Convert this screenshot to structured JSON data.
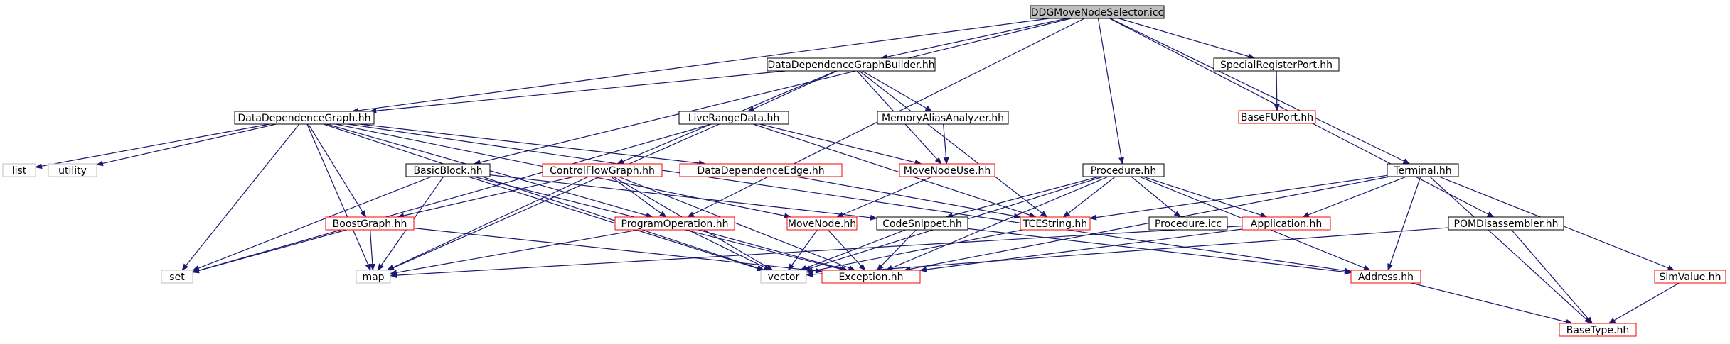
{
  "colors": {
    "edge": "#191970",
    "box_black": "#000000",
    "box_red": "#ff0000",
    "box_gray": "#bfbfbf",
    "root_fill": "#bfbfbf",
    "text": "#000000"
  },
  "nodes": [
    {
      "id": "root",
      "label": "DDGMoveNodeSelector.icc",
      "style": "root"
    },
    {
      "id": "ddgb",
      "label": "DataDependenceGraphBuilder.hh",
      "style": "black"
    },
    {
      "id": "srp",
      "label": "SpecialRegisterPort.hh",
      "style": "black"
    },
    {
      "id": "bfup",
      "label": "BaseFUPort.hh",
      "style": "red"
    },
    {
      "id": "ddg",
      "label": "DataDependenceGraph.hh",
      "style": "black"
    },
    {
      "id": "lrd",
      "label": "LiveRangeData.hh",
      "style": "black"
    },
    {
      "id": "maa",
      "label": "MemoryAliasAnalyzer.hh",
      "style": "black"
    },
    {
      "id": "list",
      "label": "list",
      "style": "gray"
    },
    {
      "id": "utility",
      "label": "utility",
      "style": "gray"
    },
    {
      "id": "bb",
      "label": "BasicBlock.hh",
      "style": "black"
    },
    {
      "id": "cfg",
      "label": "ControlFlowGraph.hh",
      "style": "red"
    },
    {
      "id": "dde",
      "label": "DataDependenceEdge.hh",
      "style": "red"
    },
    {
      "id": "mnu",
      "label": "MoveNodeUse.hh",
      "style": "red"
    },
    {
      "id": "proc",
      "label": "Procedure.hh",
      "style": "black"
    },
    {
      "id": "term",
      "label": "Terminal.hh",
      "style": "black"
    },
    {
      "id": "bg",
      "label": "BoostGraph.hh",
      "style": "red"
    },
    {
      "id": "po",
      "label": "ProgramOperation.hh",
      "style": "red"
    },
    {
      "id": "mn",
      "label": "MoveNode.hh",
      "style": "red"
    },
    {
      "id": "cs",
      "label": "CodeSnippet.hh",
      "style": "black"
    },
    {
      "id": "tces",
      "label": "TCEString.hh",
      "style": "red"
    },
    {
      "id": "picc",
      "label": "Procedure.icc",
      "style": "black"
    },
    {
      "id": "app",
      "label": "Application.hh",
      "style": "red"
    },
    {
      "id": "pomd",
      "label": "POMDisassembler.hh",
      "style": "black"
    },
    {
      "id": "set",
      "label": "set",
      "style": "gray"
    },
    {
      "id": "map",
      "label": "map",
      "style": "gray"
    },
    {
      "id": "vector",
      "label": "vector",
      "style": "gray"
    },
    {
      "id": "exc",
      "label": "Exception.hh",
      "style": "red"
    },
    {
      "id": "addr",
      "label": "Address.hh",
      "style": "red"
    },
    {
      "id": "simv",
      "label": "SimValue.hh",
      "style": "red"
    },
    {
      "id": "bt",
      "label": "BaseType.hh",
      "style": "red"
    }
  ],
  "edges": [
    [
      "root",
      "ddgb"
    ],
    [
      "root",
      "srp"
    ],
    [
      "root",
      "ddg"
    ],
    [
      "root",
      "bb"
    ],
    [
      "root",
      "po"
    ],
    [
      "root",
      "proc"
    ],
    [
      "root",
      "term"
    ],
    [
      "root",
      "pomd"
    ],
    [
      "srp",
      "bfup"
    ],
    [
      "ddgb",
      "ddg"
    ],
    [
      "ddgb",
      "lrd"
    ],
    [
      "ddgb",
      "maa"
    ],
    [
      "ddgb",
      "mnu"
    ],
    [
      "ddgb",
      "cfg"
    ],
    [
      "ddgb",
      "tces"
    ],
    [
      "maa",
      "mnu"
    ],
    [
      "lrd",
      "mnu"
    ],
    [
      "lrd",
      "tces"
    ],
    [
      "lrd",
      "set"
    ],
    [
      "lrd",
      "map"
    ],
    [
      "ddg",
      "list"
    ],
    [
      "ddg",
      "utility"
    ],
    [
      "ddg",
      "set"
    ],
    [
      "ddg",
      "map"
    ],
    [
      "ddg",
      "vector"
    ],
    [
      "ddg",
      "bg"
    ],
    [
      "ddg",
      "po"
    ],
    [
      "ddg",
      "mn"
    ],
    [
      "ddg",
      "dde"
    ],
    [
      "ddg",
      "addr"
    ],
    [
      "bb",
      "set"
    ],
    [
      "bb",
      "map"
    ],
    [
      "bb",
      "vector"
    ],
    [
      "bb",
      "exc"
    ],
    [
      "bb",
      "cs"
    ],
    [
      "cfg",
      "bg"
    ],
    [
      "cfg",
      "po"
    ],
    [
      "cfg",
      "map"
    ],
    [
      "cfg",
      "vector"
    ],
    [
      "cfg",
      "exc"
    ],
    [
      "dde",
      "tces"
    ],
    [
      "mnu",
      "mn"
    ],
    [
      "bg",
      "set"
    ],
    [
      "bg",
      "map"
    ],
    [
      "bg",
      "exc"
    ],
    [
      "po",
      "map"
    ],
    [
      "po",
      "vector"
    ],
    [
      "po",
      "exc"
    ],
    [
      "mn",
      "vector"
    ],
    [
      "mn",
      "exc"
    ],
    [
      "cs",
      "vector"
    ],
    [
      "cs",
      "exc"
    ],
    [
      "cs",
      "addr"
    ],
    [
      "tces",
      "vector"
    ],
    [
      "proc",
      "cs"
    ],
    [
      "proc",
      "tces"
    ],
    [
      "proc",
      "picc"
    ],
    [
      "proc",
      "app"
    ],
    [
      "proc",
      "addr"
    ],
    [
      "proc",
      "exc"
    ],
    [
      "proc",
      "vector"
    ],
    [
      "term",
      "tces"
    ],
    [
      "term",
      "app"
    ],
    [
      "term",
      "exc"
    ],
    [
      "term",
      "addr"
    ],
    [
      "term",
      "simv"
    ],
    [
      "term",
      "bt"
    ],
    [
      "app",
      "exc"
    ],
    [
      "app",
      "map"
    ],
    [
      "pomd",
      "bt"
    ],
    [
      "pomd",
      "vector"
    ],
    [
      "addr",
      "bt"
    ],
    [
      "simv",
      "bt"
    ]
  ]
}
